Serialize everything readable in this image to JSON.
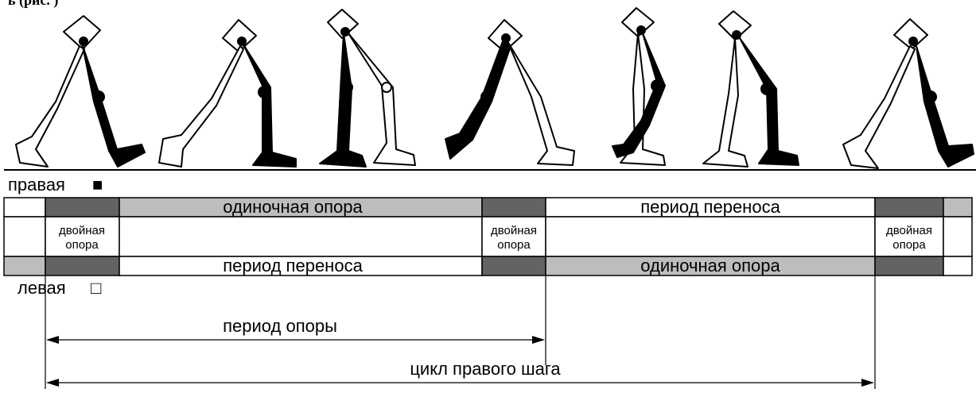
{
  "header_fragment": "ь (рис. )",
  "legend": {
    "right_label": "правая",
    "right_marker": "■",
    "left_label": "левая",
    "left_marker": "□"
  },
  "rows": {
    "right": {
      "phase_single": "одиночная опора",
      "phase_swing": "период переноса"
    },
    "left": {
      "phase_swing": "период переноса",
      "phase_single": "одиночная опора"
    }
  },
  "double_support": {
    "line1": "двойная",
    "line2": "опора"
  },
  "measures": {
    "stance": "период опоры",
    "cycle": "цикл правого шага"
  },
  "colors": {
    "double_support": "#636363",
    "single_support": "#bdbdbd",
    "swing": "#ffffff",
    "right_leg": "#000000",
    "left_leg": "#ffffff"
  }
}
